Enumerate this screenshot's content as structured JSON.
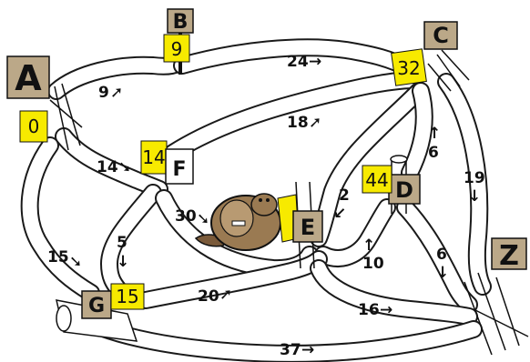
{
  "colors": {
    "path_fill": "#ffffff",
    "path_stroke": "#1a1a1a",
    "sign": "#bba888",
    "sticky": "#f7ea00",
    "beaver": "#9a7a52"
  },
  "nodes": {
    "A": {
      "letter": "A",
      "score": "0"
    },
    "B": {
      "letter": "B",
      "score": "9"
    },
    "C": {
      "letter": "C",
      "score": "32"
    },
    "D": {
      "letter": "D",
      "score": "44"
    },
    "E": {
      "letter": "E"
    },
    "F": {
      "letter": "F",
      "score": "14"
    },
    "G": {
      "letter": "G",
      "score": "15"
    },
    "Z": {
      "letter": "Z"
    }
  },
  "edges": {
    "A_B": "9",
    "A_F": "14",
    "A_G": "15",
    "B_C": "24",
    "F_C": "18",
    "F_G": "5",
    "F_E": "30",
    "C_D": "6",
    "C_E": "2",
    "C_Z": "19",
    "E_D": "10",
    "D_Z": "6",
    "G_E": "20",
    "E_Z": "16",
    "G_Z": "37"
  }
}
